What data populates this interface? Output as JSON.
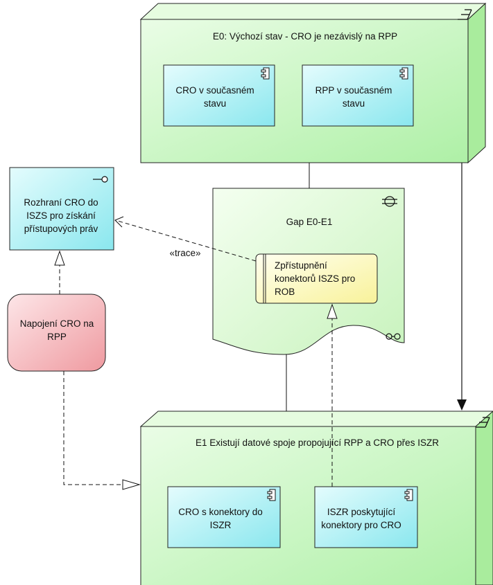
{
  "diagram": {
    "plateaus": {
      "e0": {
        "title": "E0: Výchozí stav - CRO je nezávislý na RPP"
      },
      "e1": {
        "title": "E1 Existují datové spoje propojující RPP a CRO přes ISZR"
      }
    },
    "components": {
      "cro_current": "CRO v současném stavu",
      "rpp_current": "RPP v současném stavu",
      "cro_connectors": "CRO s konektory do ISZR",
      "iszr_connectors": "ISZR poskytující konektory pro CRO"
    },
    "gap": {
      "title": "Gap E0-E1"
    },
    "work_package": {
      "label": "Zpřístupnění konektorů ISZS pro ROB"
    },
    "interface": {
      "label": "Rozhraní CRO do ISZS pro získání přístupových práv"
    },
    "service": {
      "label": "Napojení CRO na RPP"
    },
    "relations": {
      "trace_label": "«trace»"
    },
    "colors": {
      "plateau_fill": "#ccf5c4",
      "component_fill": "#b0f0f4",
      "work_package_fill": "#fdfbc0",
      "service_fill": "#f7b8bc",
      "gap_fill": "#daf7d0"
    }
  }
}
